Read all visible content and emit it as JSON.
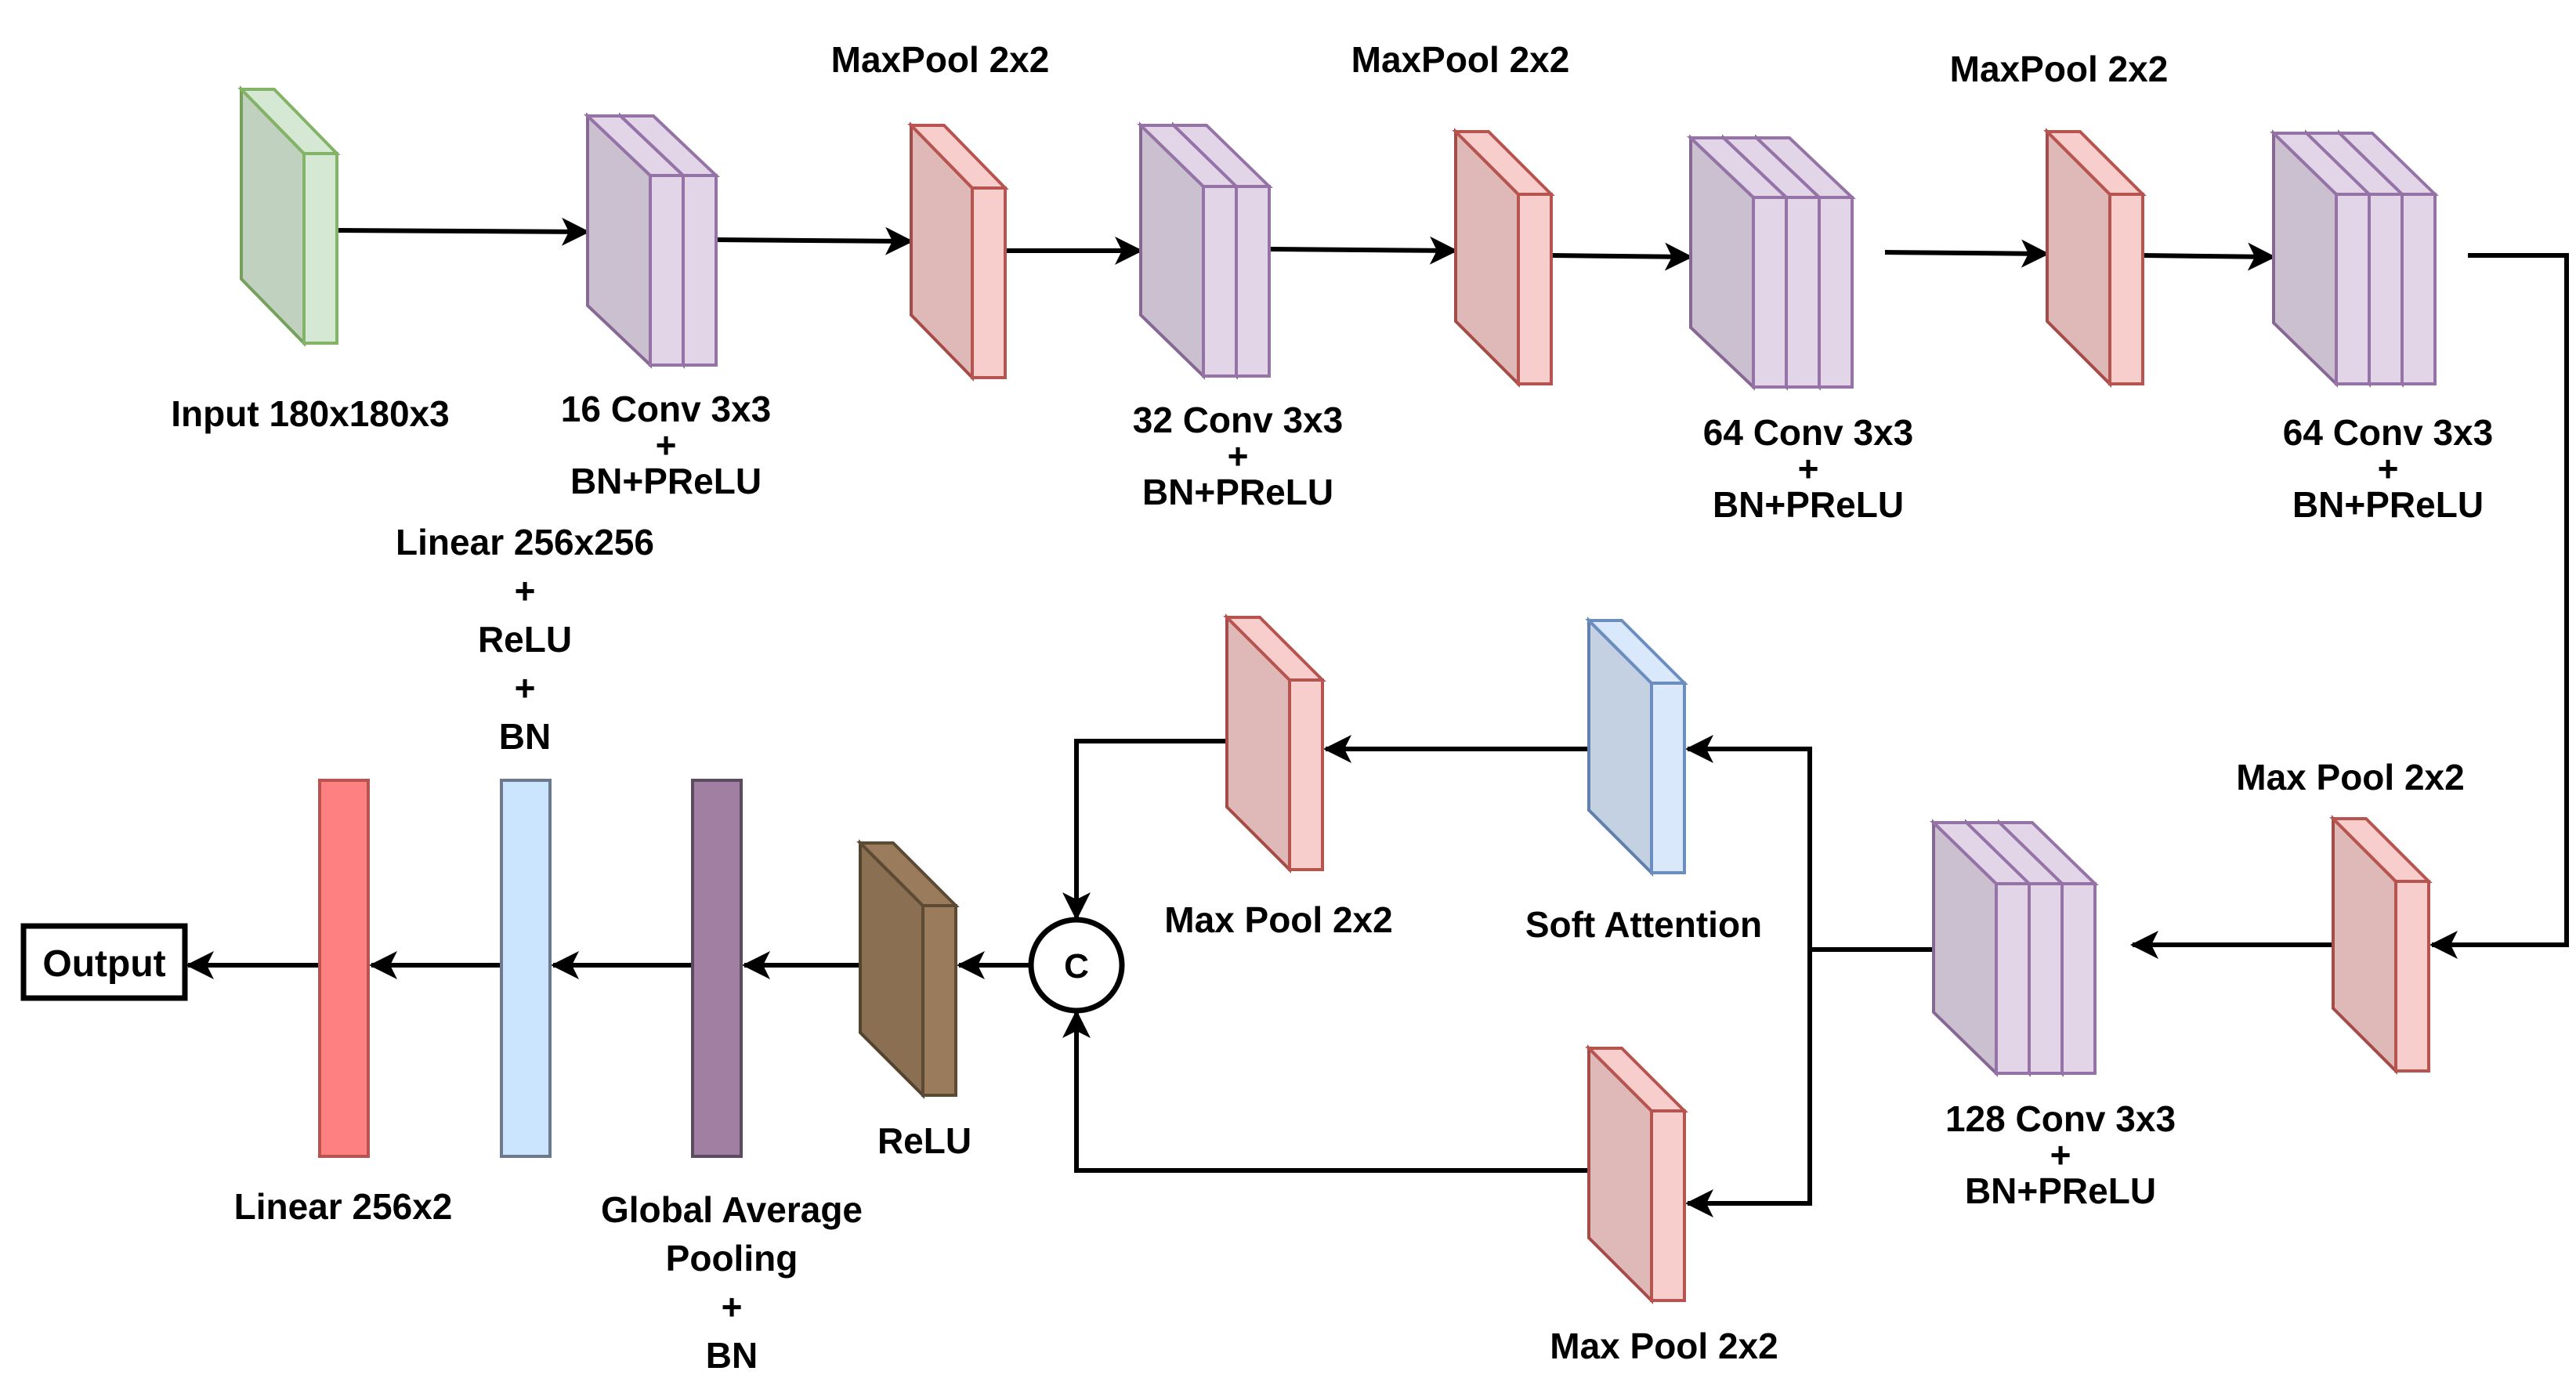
{
  "labels": {
    "input": [
      "Input 180x180x3"
    ],
    "conv16": [
      "16 Conv 3x3",
      "+",
      "BN+PReLU"
    ],
    "pool1": [
      "MaxPool 2x2"
    ],
    "conv32": [
      "32 Conv 3x3",
      "+",
      "BN+PReLU"
    ],
    "pool2": [
      "MaxPool 2x2"
    ],
    "conv64a": [
      "64 Conv 3x3",
      "+",
      "BN+PReLU"
    ],
    "pool3": [
      "MaxPool 2x2"
    ],
    "conv64b": [
      "64 Conv 3x3",
      "+",
      "BN+PReLU"
    ],
    "pool4": [
      "Max Pool 2x2"
    ],
    "conv128": [
      "128 Conv 3x3",
      "+",
      "BN+PReLU"
    ],
    "attention": [
      "Soft Attention"
    ],
    "pool_attn": [
      "Max Pool 2x2"
    ],
    "pool_skip": [
      "Max Pool 2x2"
    ],
    "concat": [
      "C"
    ],
    "relu": [
      "ReLU"
    ],
    "gap": [
      "Global Average",
      "Pooling",
      "+",
      "BN"
    ],
    "linear256": [
      "Linear 256x256",
      "+",
      "ReLU",
      "+",
      "BN"
    ],
    "linear2": [
      "Linear 256x2"
    ],
    "output": [
      "Output"
    ]
  },
  "colors": {
    "input": "#d5e8d4",
    "input_stroke": "#82b366",
    "conv": "#e1d5e7",
    "conv_stroke": "#9673a6",
    "pool": "#f8cecc",
    "pool_stroke": "#b85450",
    "attention": "#dae8fc",
    "attention_stroke": "#6c8ebf",
    "relu": "#9a7b5c",
    "relu_stroke": "#5c4a34",
    "gap": "#a07fa3",
    "gap_stroke": "#5c4a5f",
    "linear256": "#cce5ff",
    "linear256_stroke": "#6c7a8c",
    "linear2": "#ff8080",
    "linear2_stroke": "#b85450"
  }
}
